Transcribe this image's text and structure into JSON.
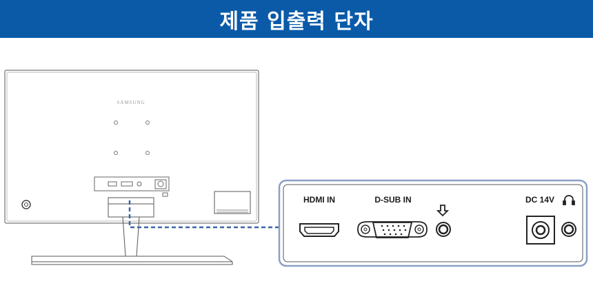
{
  "header": {
    "title": "제품 입출력 단자"
  },
  "monitor": {
    "brand": "SAMSUNG"
  },
  "ports": {
    "hdmi_label": "HDMI IN",
    "dsub_label": "D-SUB IN",
    "dc_label": "DC 14V"
  },
  "icons": {
    "audio": "audio-in-arrow-icon",
    "headphone": "headphone-icon"
  },
  "colors": {
    "banner": "#0a5aa8",
    "callout_border": "#8a9fc6",
    "dashed_line": "#3b63a8"
  }
}
